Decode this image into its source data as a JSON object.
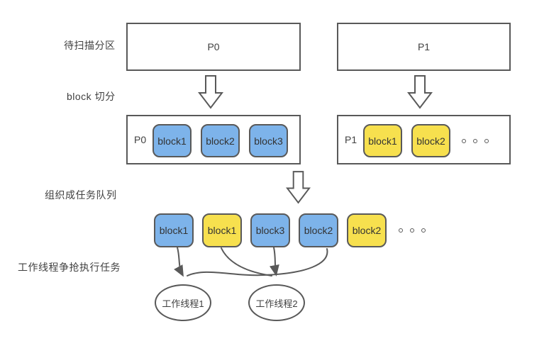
{
  "palette": {
    "block_blue": "#7db3ea",
    "block_yellow": "#f7e04e",
    "line": "#595959",
    "text": "#404040",
    "background": "#ffffff"
  },
  "labels": {
    "scan_partitions": "待扫描分区",
    "block_split": "block 切分",
    "organize_task_queue": "组织成任务队列",
    "worker_race": "工作线程争抢执行任务"
  },
  "partitions": [
    {
      "name": "P0"
    },
    {
      "name": "P1"
    }
  ],
  "split_rows": [
    {
      "partition": "P0",
      "blocks": [
        {
          "label": "block1",
          "color": "blue"
        },
        {
          "label": "block2",
          "color": "blue"
        },
        {
          "label": "block3",
          "color": "blue"
        }
      ]
    },
    {
      "partition": "P1",
      "blocks": [
        {
          "label": "block1",
          "color": "yellow"
        },
        {
          "label": "block2",
          "color": "yellow"
        }
      ],
      "ellipsis": "..."
    }
  ],
  "task_queue": {
    "blocks": [
      {
        "label": "block1",
        "color": "blue"
      },
      {
        "label": "block1",
        "color": "yellow"
      },
      {
        "label": "block3",
        "color": "blue"
      },
      {
        "label": "block2",
        "color": "blue"
      },
      {
        "label": "block2",
        "color": "yellow"
      }
    ],
    "ellipsis": "..."
  },
  "workers": [
    {
      "label": "工作线程1"
    },
    {
      "label": "工作线程2"
    }
  ],
  "edges": [
    {
      "from": "queue block1 (blue)",
      "to": "工作线程1"
    },
    {
      "from": "queue block1 (yellow)",
      "to": "工作线程2"
    },
    {
      "from": "queue block3 (blue)",
      "to": "工作线程2"
    },
    {
      "from": "queue block2 (blue)",
      "to": "工作线程1"
    }
  ]
}
